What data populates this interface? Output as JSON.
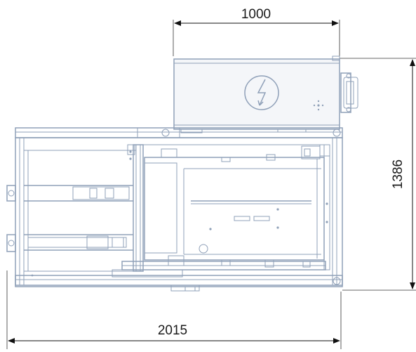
{
  "dimensions": {
    "top_width": "1000",
    "right_depth": "1386",
    "bottom_width": "2015"
  },
  "symbols": {
    "cabinet_symbol": "high-voltage-icon"
  },
  "colors": {
    "outline": "#8fa0b8",
    "dimension": "#111111",
    "background": "#ffffff"
  }
}
